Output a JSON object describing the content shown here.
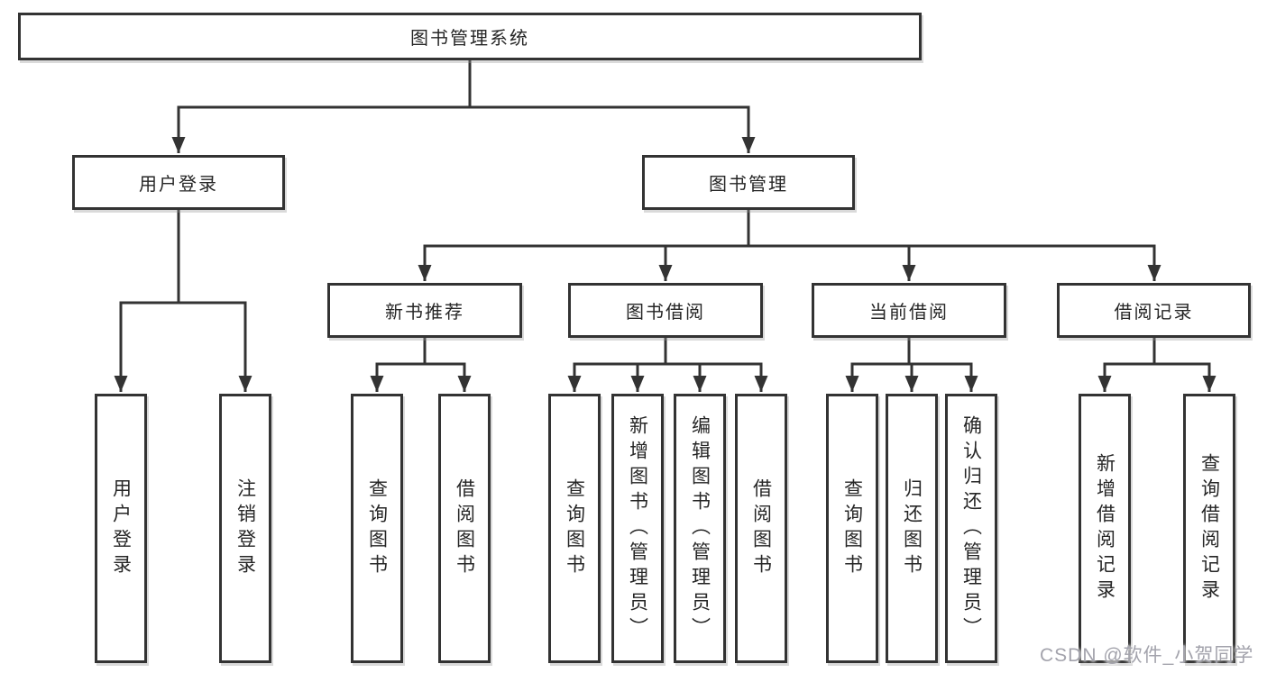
{
  "nodes": {
    "root": "图书管理系统",
    "user_login": "用户登录",
    "book_mgmt": "图书管理",
    "new_book": "新书推荐",
    "book_borrow": "图书借阅",
    "current_borrow": "当前借阅",
    "borrow_record": "借阅记录"
  },
  "leaves": {
    "user_login_1": "用户登录",
    "user_login_2": "注销登录",
    "new_book_1": "查询图书",
    "new_book_2": "借阅图书",
    "book_borrow_1": "查询图书",
    "book_borrow_2": "新增图书（管理员）",
    "book_borrow_3": "编辑图书（管理员）",
    "book_borrow_4": "借阅图书",
    "current_borrow_1": "查询图书",
    "current_borrow_2": "归还图书",
    "current_borrow_3": "确认归还（管理员）",
    "borrow_record_1": "新增借阅记录",
    "borrow_record_2": "查询借阅记录"
  },
  "watermark": {
    "text": "CSDN @软件_小贺同学"
  },
  "colors": {
    "line": "#333333",
    "text": "#262626",
    "watermark": "#a3a3ac",
    "background": "#ffffff"
  }
}
